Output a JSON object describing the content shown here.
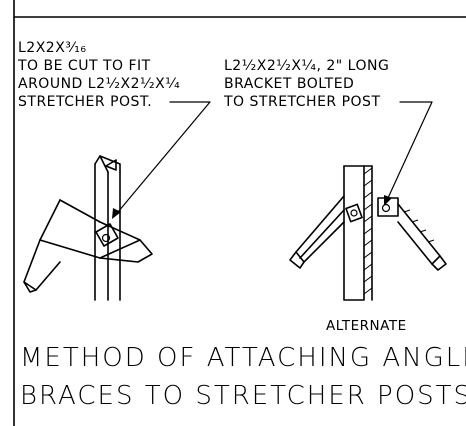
{
  "note_left": {
    "line1": "L2X2X³⁄₁₆",
    "line2": "TO BE CUT TO FIT",
    "line3": "AROUND L2¹⁄₂X2¹⁄₂X¹⁄₄",
    "line4": "STRETCHER POST."
  },
  "note_right": {
    "line1": "L2¹⁄₂X2¹⁄₂X¹⁄₄, 2\" LONG",
    "line2": "BRACKET BOLTED",
    "line3": "TO STRETCHER POST"
  },
  "alternate_label": "ALTERNATE",
  "title": {
    "line1": "METHOD OF ATTACHING ANGLE",
    "line2": "BRACES TO STRETCHER POSTS"
  }
}
